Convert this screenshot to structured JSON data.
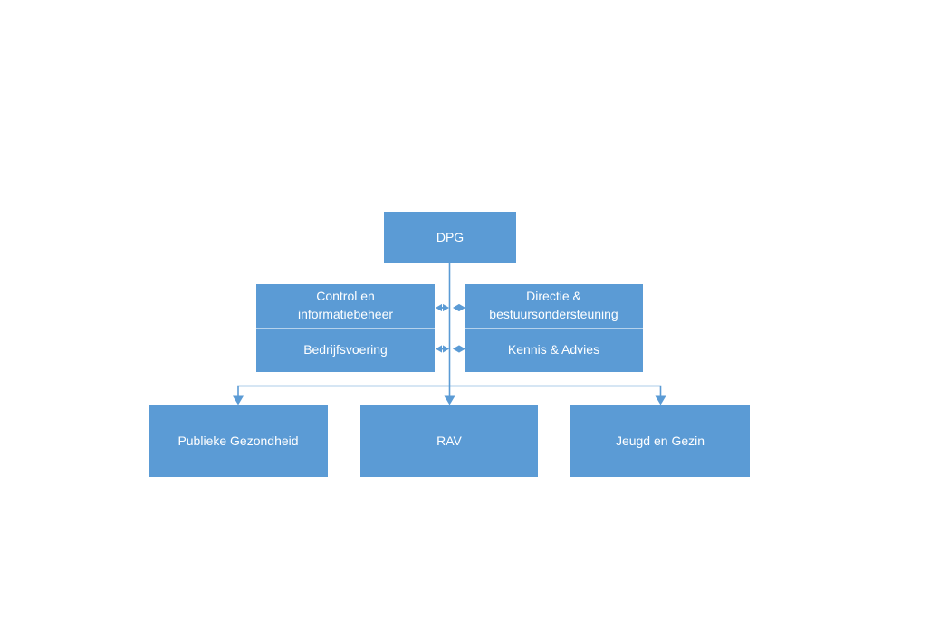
{
  "diagram": {
    "type": "org-chart",
    "root": {
      "label": "DPG"
    },
    "staff_left": {
      "cells": [
        {
          "label": "Control en informatiebeheer"
        },
        {
          "label": "Bedrijfsvoering"
        }
      ]
    },
    "staff_right": {
      "cells": [
        {
          "label": "Directie & bestuursondersteuning"
        },
        {
          "label": "Kennis & Advies"
        }
      ]
    },
    "departments": [
      {
        "label": "Publieke Gezondheid"
      },
      {
        "label": "RAV"
      },
      {
        "label": "Jeugd en Gezin"
      }
    ],
    "colors": {
      "node_fill": "#5b9bd5",
      "connector": "#5b9bd5",
      "text": "#ffffff",
      "divider": "#a6c9ea",
      "background": "#ffffff"
    }
  }
}
